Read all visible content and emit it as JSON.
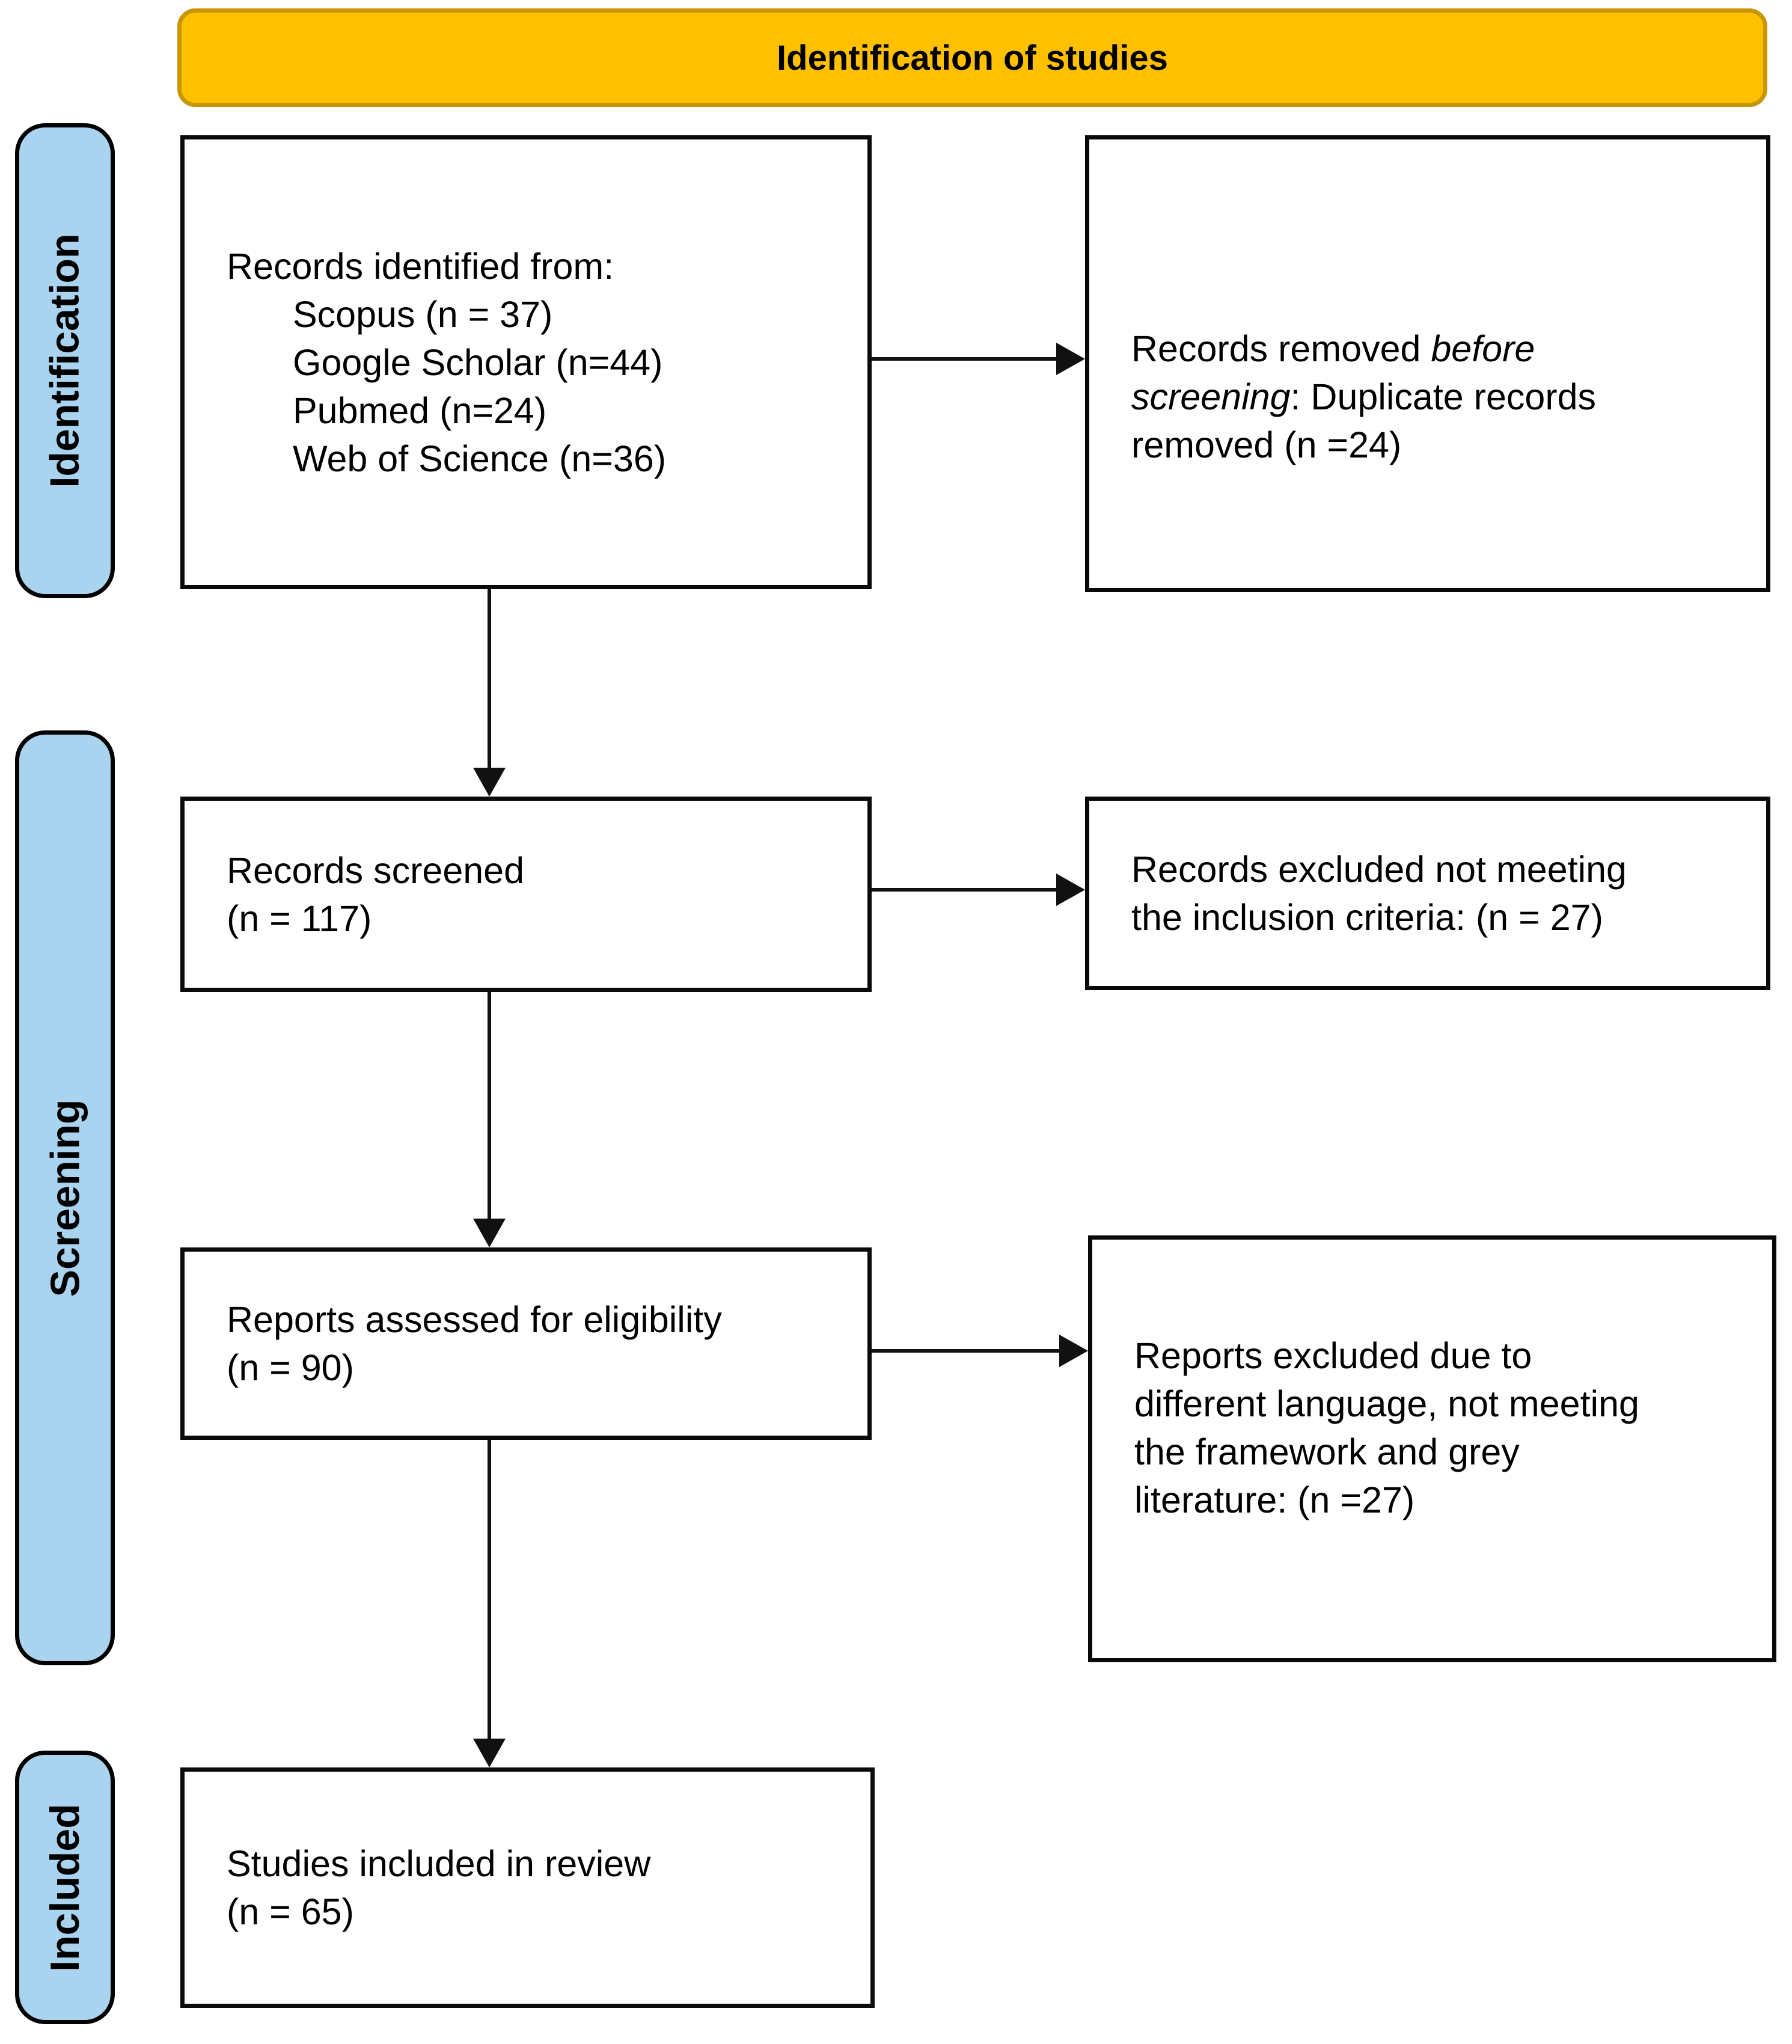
{
  "header": {
    "title": "Identification of studies"
  },
  "stages": [
    {
      "label": "Identification"
    },
    {
      "label": "Screening"
    },
    {
      "label": "Included"
    }
  ],
  "boxes": {
    "records_identified": {
      "intro": "Records identified from:",
      "sources": [
        "Scopus (n = 37)",
        "Google Scholar (n=44)",
        "Pubmed (n=24)",
        "Web of Science (n=36)"
      ]
    },
    "records_removed": {
      "l1a": "Records removed ",
      "l1b_italic": "before",
      "l2a_italic": "screening",
      "l2b": ": Duplicate records",
      "l3": "removed (n =24)"
    },
    "records_screened": {
      "line1": "Records screened",
      "line2": "(n = 117)"
    },
    "records_excluded": {
      "line1": "Records excluded not meeting",
      "line2": "the inclusion criteria: (n = 27)"
    },
    "reports_assessed": {
      "line1": "Reports assessed for eligibility",
      "line2": "(n = 90)"
    },
    "reports_excluded": {
      "line1": "Reports excluded due to",
      "line2": "different language, not meeting",
      "line3": "the framework and grey",
      "line4": "literature: (n =27)"
    },
    "studies_included": {
      "line1": "Studies included in review",
      "line2": "(n = 65)"
    }
  },
  "colors": {
    "header_fill": "#FFC000",
    "header_border": "#C79600",
    "stage_fill": "#A9D3EE",
    "stage_border": "#000000",
    "box_border": "#0A0A0A",
    "arrow": "#111111",
    "text": "#000000"
  }
}
